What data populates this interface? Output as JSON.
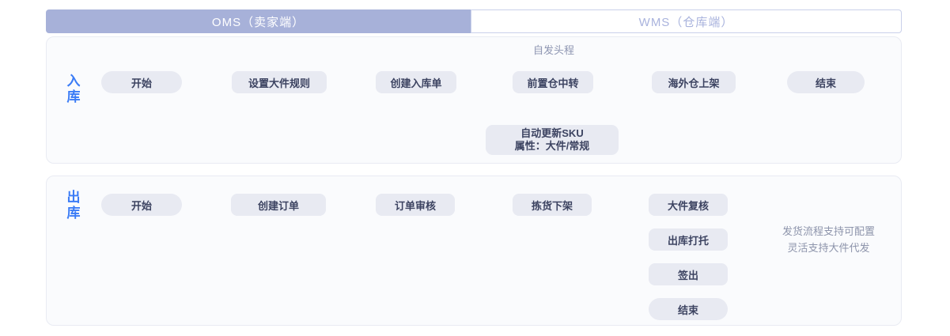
{
  "header": {
    "oms_label": "OMS（卖家端）",
    "wms_label": "WMS（仓库端）"
  },
  "colors": {
    "oms_header_bg": "#a7b1d9",
    "oms_header_text": "#ffffff",
    "wms_header_text": "#a9b3dd",
    "wms_header_border": "#c9d0ea",
    "panel_bg": "#fafbfd",
    "panel_border": "#e9ebf3",
    "node_bg": "#e8eaf2",
    "node_text": "#3c4361",
    "connector": "#aeb6da",
    "row_label_blue": "#3b7cf6",
    "annotation_text": "#8d94ab"
  },
  "inbound": {
    "row_label": "入库",
    "nodes": {
      "start": "开始",
      "set_rules": "设置大件规则",
      "create_inbound": "创建入库单",
      "front_warehouse": "前置仓中转",
      "overseas_shelving": "海外仓上架",
      "end": "结束",
      "sku_update_line1": "自动更新SKU",
      "sku_update_line2": "属性：大件/常规"
    },
    "edge_label": "自发头程"
  },
  "outbound": {
    "row_label": "出库",
    "nodes": {
      "start": "开始",
      "create_order": "创建订单",
      "order_review": "订单审核",
      "picking": "拣货下架",
      "large_item_check": "大件复核",
      "palletizing": "出库打托",
      "sign_out": "签出",
      "end": "结束"
    },
    "annotation_line1": "发货流程支持可配置",
    "annotation_line2": "灵活支持大件代发"
  }
}
